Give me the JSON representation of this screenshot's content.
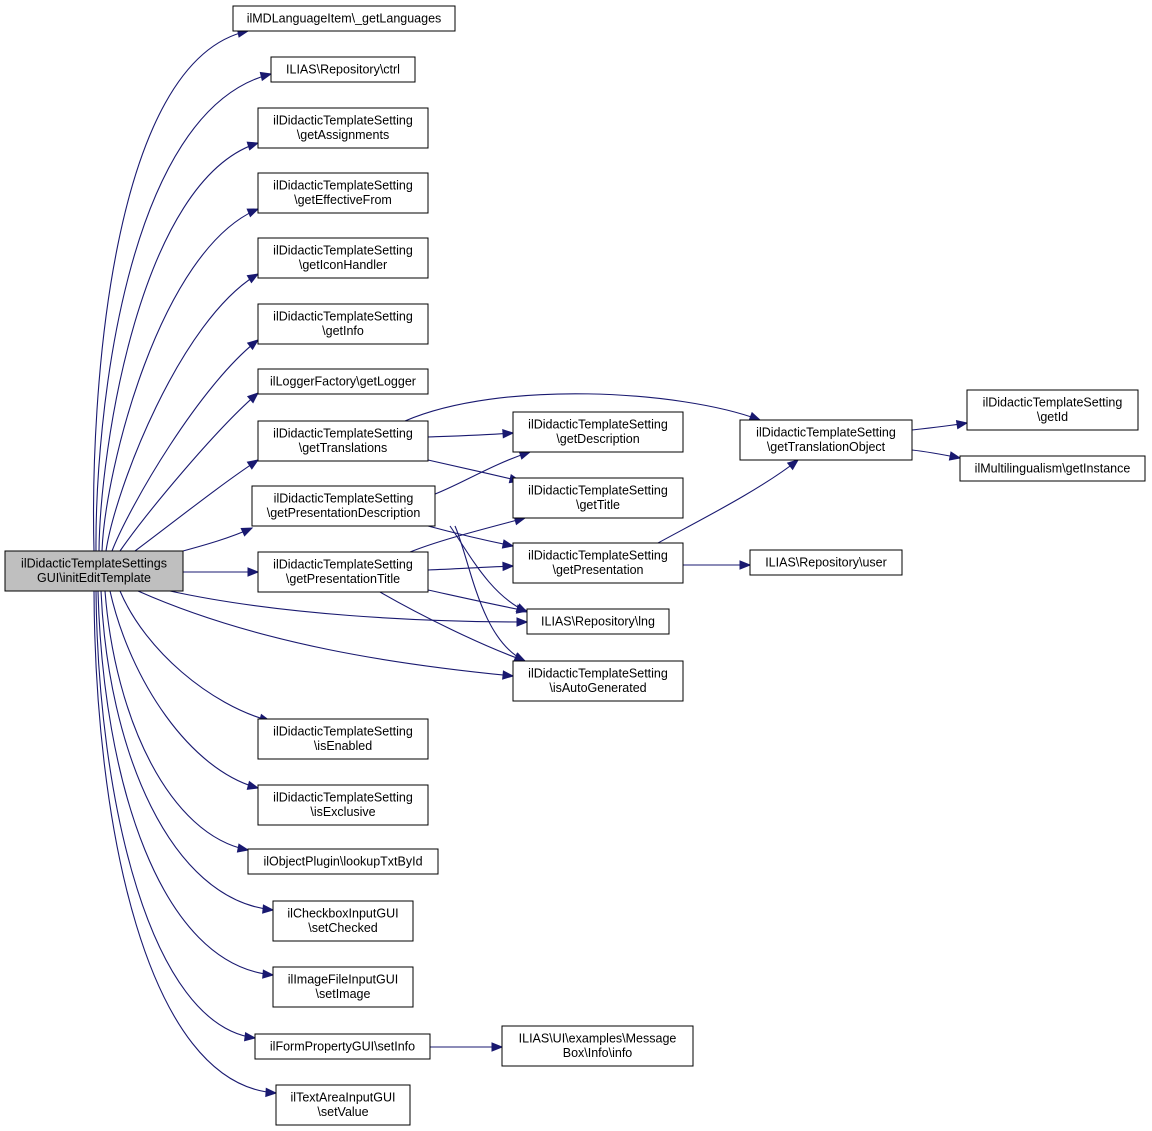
{
  "diagram": {
    "type": "call-graph",
    "nodes": [
      {
        "id": "root",
        "lines": [
          "ilDidacticTemplateSettings",
          "GUI\\initEditTemplate"
        ],
        "highlighted": true
      },
      {
        "id": "n1",
        "lines": [
          "ilMDLanguageItem\\_getLanguages"
        ]
      },
      {
        "id": "n2",
        "lines": [
          "ILIAS\\Repository\\ctrl"
        ]
      },
      {
        "id": "n3",
        "lines": [
          "ilDidacticTemplateSetting",
          "\\getAssignments"
        ]
      },
      {
        "id": "n4",
        "lines": [
          "ilDidacticTemplateSetting",
          "\\getEffectiveFrom"
        ]
      },
      {
        "id": "n5",
        "lines": [
          "ilDidacticTemplateSetting",
          "\\getIconHandler"
        ]
      },
      {
        "id": "n6",
        "lines": [
          "ilDidacticTemplateSetting",
          "\\getInfo"
        ]
      },
      {
        "id": "n7",
        "lines": [
          "ilLoggerFactory\\getLogger"
        ]
      },
      {
        "id": "n8",
        "lines": [
          "ilDidacticTemplateSetting",
          "\\getTranslations"
        ]
      },
      {
        "id": "n9",
        "lines": [
          "ilDidacticTemplateSetting",
          "\\getPresentationDescription"
        ]
      },
      {
        "id": "n10",
        "lines": [
          "ilDidacticTemplateSetting",
          "\\getPresentationTitle"
        ]
      },
      {
        "id": "n11",
        "lines": [
          "ilDidacticTemplateSetting",
          "\\isEnabled"
        ]
      },
      {
        "id": "n12",
        "lines": [
          "ilDidacticTemplateSetting",
          "\\isExclusive"
        ]
      },
      {
        "id": "n13",
        "lines": [
          "ilObjectPlugin\\lookupTxtById"
        ]
      },
      {
        "id": "n14",
        "lines": [
          "ilCheckboxInputGUI",
          "\\setChecked"
        ]
      },
      {
        "id": "n15",
        "lines": [
          "ilImageFileInputGUI",
          "\\setImage"
        ]
      },
      {
        "id": "n16",
        "lines": [
          "ilFormPropertyGUI\\setInfo"
        ]
      },
      {
        "id": "n17",
        "lines": [
          "ilTextAreaInputGUI",
          "\\setValue"
        ]
      },
      {
        "id": "m1",
        "lines": [
          "ilDidacticTemplateSetting",
          "\\getDescription"
        ]
      },
      {
        "id": "m2",
        "lines": [
          "ilDidacticTemplateSetting",
          "\\getTitle"
        ]
      },
      {
        "id": "m3",
        "lines": [
          "ilDidacticTemplateSetting",
          "\\getPresentation"
        ]
      },
      {
        "id": "m4",
        "lines": [
          "ILIAS\\Repository\\lng"
        ]
      },
      {
        "id": "m5",
        "lines": [
          "ilDidacticTemplateSetting",
          "\\isAutoGenerated"
        ]
      },
      {
        "id": "m6",
        "lines": [
          "ILIAS\\UI\\examples\\Message",
          "Box\\Info\\info"
        ]
      },
      {
        "id": "t1",
        "lines": [
          "ilDidacticTemplateSetting",
          "\\getTranslationObject"
        ]
      },
      {
        "id": "t2",
        "lines": [
          "ILIAS\\Repository\\user"
        ]
      },
      {
        "id": "u1",
        "lines": [
          "ilDidacticTemplateSetting",
          "\\getId"
        ]
      },
      {
        "id": "u2",
        "lines": [
          "ilMultilingualism\\getInstance"
        ]
      }
    ],
    "edges": [
      [
        "root",
        "n1"
      ],
      [
        "root",
        "n2"
      ],
      [
        "root",
        "n3"
      ],
      [
        "root",
        "n4"
      ],
      [
        "root",
        "n5"
      ],
      [
        "root",
        "n6"
      ],
      [
        "root",
        "n7"
      ],
      [
        "root",
        "n8"
      ],
      [
        "root",
        "n9"
      ],
      [
        "root",
        "n10"
      ],
      [
        "root",
        "m4"
      ],
      [
        "root",
        "m5"
      ],
      [
        "root",
        "n11"
      ],
      [
        "root",
        "n12"
      ],
      [
        "root",
        "n13"
      ],
      [
        "root",
        "n14"
      ],
      [
        "root",
        "n15"
      ],
      [
        "root",
        "n16"
      ],
      [
        "root",
        "n17"
      ],
      [
        "n8",
        "t1"
      ],
      [
        "n8",
        "m1"
      ],
      [
        "n8",
        "m2"
      ],
      [
        "n9",
        "m1"
      ],
      [
        "n9",
        "m3"
      ],
      [
        "n9",
        "m4"
      ],
      [
        "n9",
        "m5"
      ],
      [
        "n10",
        "m2"
      ],
      [
        "n10",
        "m3"
      ],
      [
        "n10",
        "m4"
      ],
      [
        "n10",
        "m5"
      ],
      [
        "m3",
        "t1"
      ],
      [
        "m3",
        "t2"
      ],
      [
        "t1",
        "u1"
      ],
      [
        "t1",
        "u2"
      ],
      [
        "n16",
        "m6"
      ]
    ],
    "colors": {
      "edge": "#191970",
      "node_border": "#000000",
      "root_fill": "#bfbfbf",
      "node_fill": "#ffffff"
    }
  }
}
